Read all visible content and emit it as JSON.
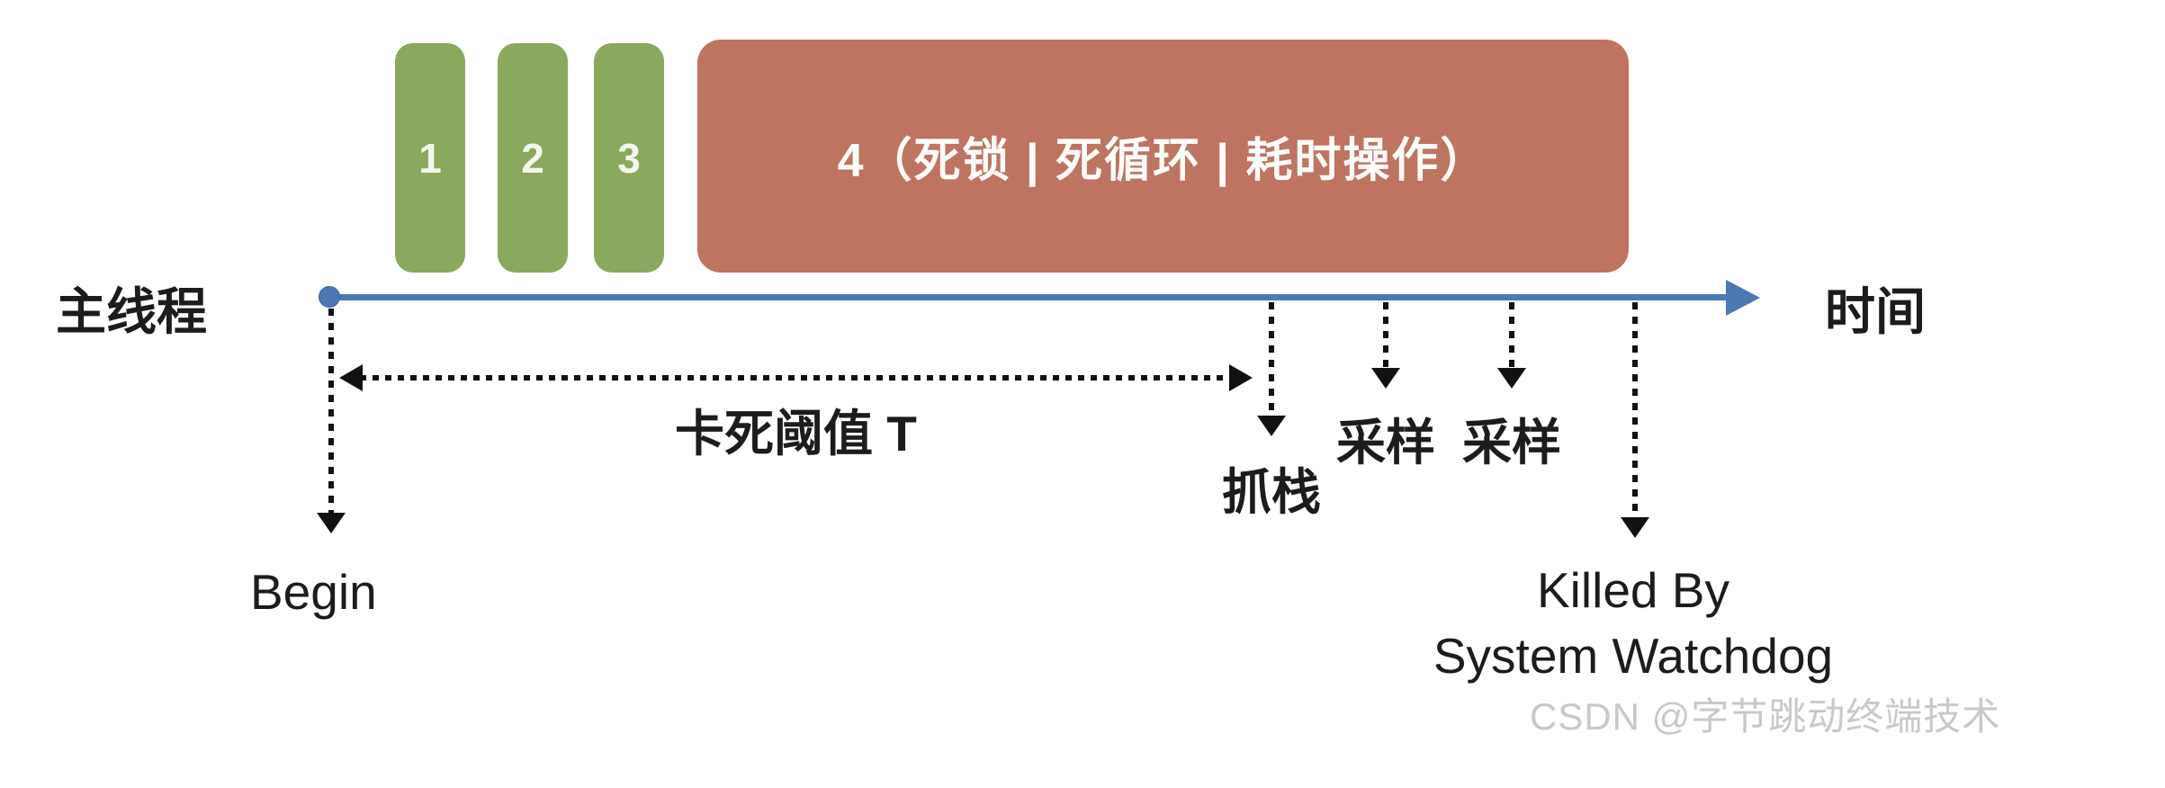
{
  "diagram": {
    "title_context": "main-thread stuck-detection timeline",
    "axis": {
      "main_thread_label": "主线程",
      "time_label": "时间"
    },
    "blocks": [
      {
        "id": "1",
        "label": "1",
        "kind": "normal-task"
      },
      {
        "id": "2",
        "label": "2",
        "kind": "normal-task"
      },
      {
        "id": "3",
        "label": "3",
        "kind": "normal-task"
      },
      {
        "id": "4",
        "label": "4（死锁 | 死循环 | 耗时操作）",
        "kind": "stuck-task"
      }
    ],
    "annotations": {
      "begin": "Begin",
      "threshold": "卡死阈值 T",
      "grab_stack": "抓栈",
      "sample_1": "采样",
      "sample_2": "采样",
      "killed_line1": "Killed By",
      "killed_line2": "System Watchdog"
    },
    "watermark": "CSDN @字节跳动终端技术",
    "colors": {
      "task_green": "#8aa95e",
      "task_red": "#bf7462",
      "timeline_blue": "#4d78b4",
      "text": "#1c1c1c",
      "watermark_gray": "#c9c9c9"
    }
  }
}
